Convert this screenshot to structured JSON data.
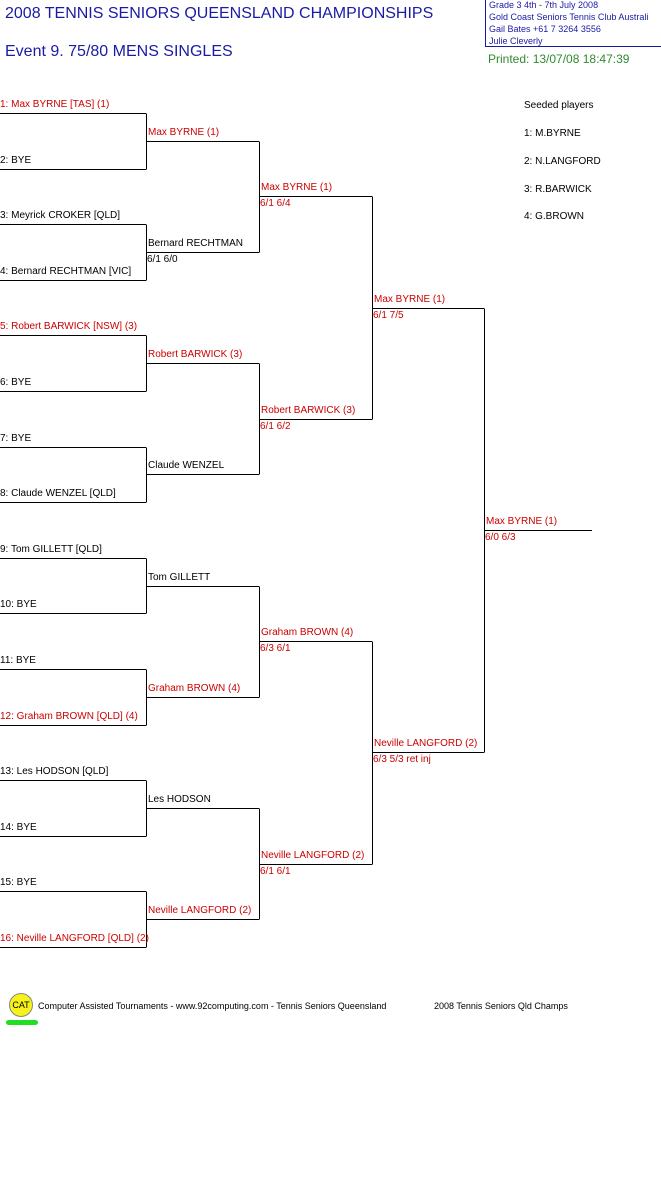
{
  "header": {
    "title": "2008  TENNIS SENIORS QUEENSLAND CHAMPIONSHIPS",
    "event": "Event 9. 75/80  MENS SINGLES",
    "info": [
      "Grade 3    4th - 7th  July 2008",
      "Gold Coast Seniors Tennis Club    Australi",
      "Gail Bates    +61 7 3264 3556",
      "Julie Cleverly"
    ],
    "printed": "Printed: 13/07/08 18:47:39"
  },
  "seeded": {
    "heading": "Seeded players",
    "players": [
      "1: M.BYRNE",
      "2: N.LANGFORD",
      "3: R.BARWICK",
      "4: G.BROWN"
    ]
  },
  "round1": [
    {
      "text": "1: Max BYRNE [TAS] (1)",
      "seeded": true
    },
    {
      "text": "2: BYE",
      "seeded": false
    },
    {
      "text": "3: Meyrick CROKER [QLD]",
      "seeded": false
    },
    {
      "text": "4: Bernard RECHTMAN [VIC]",
      "seeded": false
    },
    {
      "text": "5: Robert BARWICK [NSW] (3)",
      "seeded": true
    },
    {
      "text": "6: BYE",
      "seeded": false
    },
    {
      "text": "7: BYE",
      "seeded": false
    },
    {
      "text": "8: Claude WENZEL [QLD]",
      "seeded": false
    },
    {
      "text": "9: Tom GILLETT [QLD]",
      "seeded": false
    },
    {
      "text": "10: BYE",
      "seeded": false
    },
    {
      "text": "11: BYE",
      "seeded": false
    },
    {
      "text": "12: Graham BROWN [QLD] (4)",
      "seeded": true
    },
    {
      "text": "13: Les HODSON [QLD]",
      "seeded": false
    },
    {
      "text": "14: BYE",
      "seeded": false
    },
    {
      "text": "15: BYE",
      "seeded": false
    },
    {
      "text": "16: Neville LANGFORD [QLD] (2)",
      "seeded": true
    }
  ],
  "round2": [
    {
      "name": "Max BYRNE (1)",
      "score": "",
      "seeded": true
    },
    {
      "name": "Bernard RECHTMAN",
      "score": "6/1 6/0",
      "seeded": false
    },
    {
      "name": "Robert BARWICK (3)",
      "score": "",
      "seeded": true
    },
    {
      "name": "Claude WENZEL",
      "score": "",
      "seeded": false
    },
    {
      "name": "Tom GILLETT",
      "score": "",
      "seeded": false
    },
    {
      "name": "Graham BROWN (4)",
      "score": "",
      "seeded": true
    },
    {
      "name": "Les HODSON",
      "score": "",
      "seeded": false
    },
    {
      "name": "Neville LANGFORD (2)",
      "score": "",
      "seeded": true
    }
  ],
  "quarterfinals": [
    {
      "name": "Max BYRNE (1)",
      "score": "6/1 6/4",
      "seeded": true
    },
    {
      "name": "Robert BARWICK (3)",
      "score": "6/1 6/2",
      "seeded": true
    },
    {
      "name": "Graham BROWN (4)",
      "score": "6/3 6/1",
      "seeded": true
    },
    {
      "name": "Neville LANGFORD (2)",
      "score": "6/1 6/1",
      "seeded": true
    }
  ],
  "semifinals": [
    {
      "name": "Max BYRNE (1)",
      "score": "6/1 7/5",
      "seeded": true
    },
    {
      "name": "Neville LANGFORD (2)",
      "score": "6/3 5/3 ret inj",
      "seeded": true
    }
  ],
  "final": {
    "name": "Max BYRNE (1)",
    "score": "6/0 6/3",
    "seeded": true
  },
  "footer": {
    "logo": "CAT",
    "left_text": "Computer Assisted Tournaments - www.92computing.com -  Tennis Seniors Queensland",
    "right_text": "2008 Tennis Seniors Qld Champs"
  },
  "colors": {
    "seeded": "#cc0000",
    "normal": "#000000",
    "heading": "#1a1aa6",
    "printed": "#2e8b2e"
  }
}
